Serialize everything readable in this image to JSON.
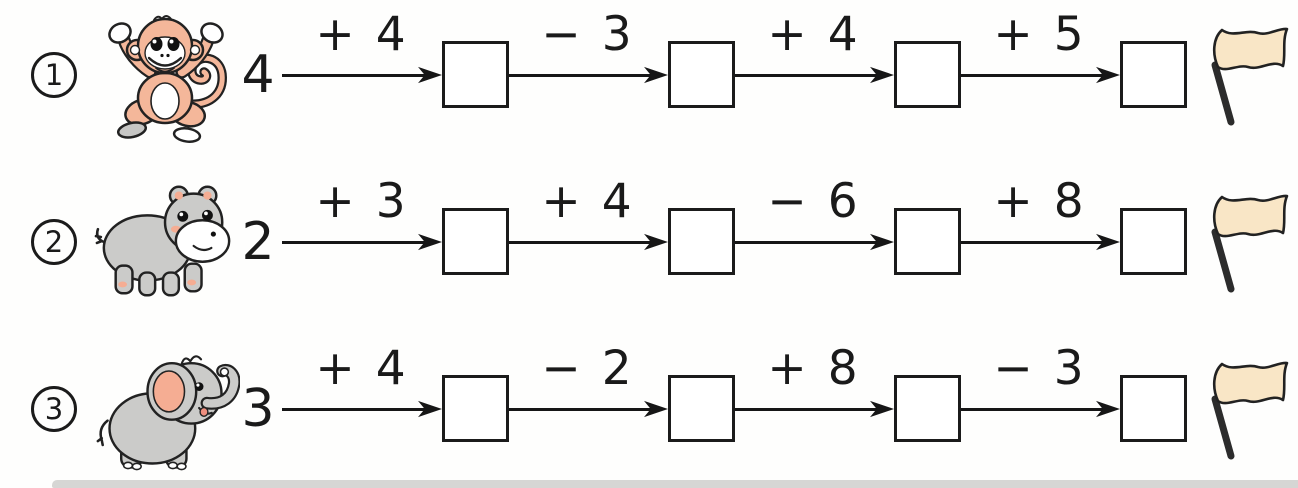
{
  "worksheet": {
    "rows": [
      {
        "circle": "1",
        "animal": "monkey",
        "start": "4",
        "ops": [
          "+ 4",
          "− 3",
          "+ 4",
          "+ 5"
        ]
      },
      {
        "circle": "2",
        "animal": "hippo",
        "start": "2",
        "ops": [
          "+ 3",
          "+ 4",
          "− 6",
          "+ 8"
        ]
      },
      {
        "circle": "3",
        "animal": "elephant",
        "start": "3",
        "ops": [
          "+ 4",
          "− 2",
          "+ 8",
          "− 3"
        ]
      }
    ],
    "colors": {
      "monkey_salmon": "#f4b79a",
      "animal_gray": "#cbcbc9",
      "ear_pink": "#f5ad93",
      "flag_cream": "#f9e6c6",
      "shoe_gray": "#c6c6c4"
    }
  }
}
